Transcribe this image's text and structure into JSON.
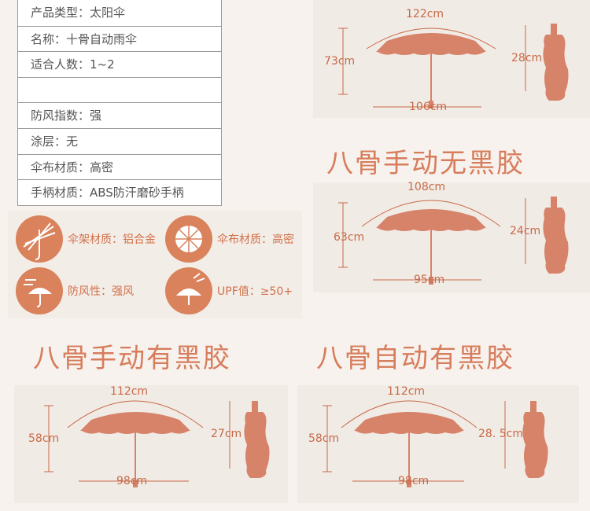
{
  "specs": [
    "产品类型：太阳伞",
    "名称：十骨自动雨伞",
    "适合人数：1~2",
    "",
    "防风指数：强",
    "涂层：无",
    "伞布材质：高密",
    "手柄材质：ABS防汗磨砂手柄"
  ],
  "features": [
    {
      "label": "伞架材质：铝合金",
      "icon": "umbrella-frame-icon"
    },
    {
      "label": "伞布材质：高密",
      "icon": "umbrella-canopy-icon"
    },
    {
      "label": "防风性：强风",
      "icon": "wind-umbrella-icon"
    },
    {
      "label": "UPF值：≥50+",
      "icon": "upf-sun-icon"
    }
  ],
  "variants": [
    {
      "heading": "",
      "span": "122cm",
      "height": "73cm",
      "base": "106cm",
      "folded": "28cm"
    },
    {
      "heading": "八骨手动无黑胶",
      "span": "108cm",
      "height": "63cm",
      "base": "95cm",
      "folded": "24cm"
    },
    {
      "heading": "八骨手动有黑胶",
      "span": "112cm",
      "height": "58cm",
      "base": "98cm",
      "folded": "27cm"
    },
    {
      "heading": "八骨自动有黑胶",
      "span": "112cm",
      "height": "58cm",
      "base": "98cm",
      "folded": "28. 5cm"
    }
  ],
  "colors": {
    "accent": "#d77d5c",
    "umbrella": "#d6836a",
    "line": "#c76a48",
    "panel": "#f1ebe5"
  }
}
